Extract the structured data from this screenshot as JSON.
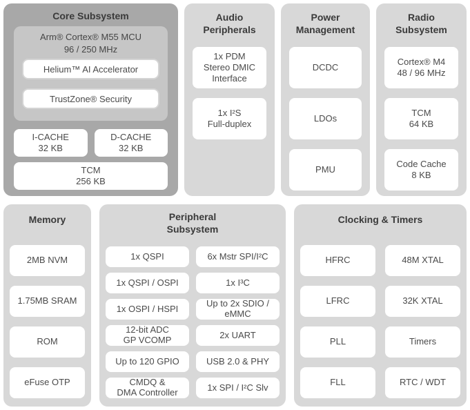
{
  "colors": {
    "page_bg": "#ffffff",
    "panel_light": "#d8d8d8",
    "panel_dark": "#a8a8a8",
    "mcu_block": "#c6c6c6",
    "block_white": "#ffffff",
    "title_text": "#3a3a3a",
    "block_text": "#4a4a4a"
  },
  "panels": {
    "core": {
      "title": "Core Subsystem",
      "mcu": {
        "title": "Arm® Cortex® M55 MCU\n96 / 250 MHz",
        "features": [
          "Helium™ AI Accelerator",
          "TrustZone® Security"
        ]
      },
      "caches": [
        "I-CACHE\n32 KB",
        "D-CACHE\n32 KB"
      ],
      "tcm": "TCM\n256 KB"
    },
    "audio": {
      "title": "Audio\nPeripherals",
      "items": [
        "1x PDM\nStereo DMIC\nInterface",
        "1x I²S\nFull-duplex"
      ]
    },
    "power": {
      "title": "Power\nManagement",
      "items": [
        "DCDC",
        "LDOs",
        "PMU"
      ]
    },
    "radio": {
      "title": "Radio\nSubsystem",
      "items": [
        "Cortex® M4\n48 / 96 MHz",
        "TCM\n64 KB",
        "Code Cache\n8 KB"
      ]
    },
    "memory": {
      "title": "Memory",
      "items": [
        "2MB NVM",
        "1.75MB SRAM",
        "ROM",
        "eFuse OTP"
      ]
    },
    "peripheral": {
      "title": "Peripheral\nSubsystem",
      "col1": [
        "1x QSPI",
        "1x QSPI / OSPI",
        "1x OSPI / HSPI",
        "12-bit ADC\nGP VCOMP",
        "Up to 120 GPIO",
        "CMDQ &\nDMA Controller"
      ],
      "col2": [
        "6x Mstr SPI/I²C",
        "1x I³C",
        "Up to 2x SDIO /\neMMC",
        "2x UART",
        "USB 2.0 & PHY",
        "1x SPI / I²C Slv"
      ]
    },
    "clocking": {
      "title": "Clocking & Timers",
      "col1": [
        "HFRC",
        "LFRC",
        "PLL",
        "FLL"
      ],
      "col2": [
        "48M XTAL",
        "32K XTAL",
        "Timers",
        "RTC / WDT"
      ]
    }
  }
}
